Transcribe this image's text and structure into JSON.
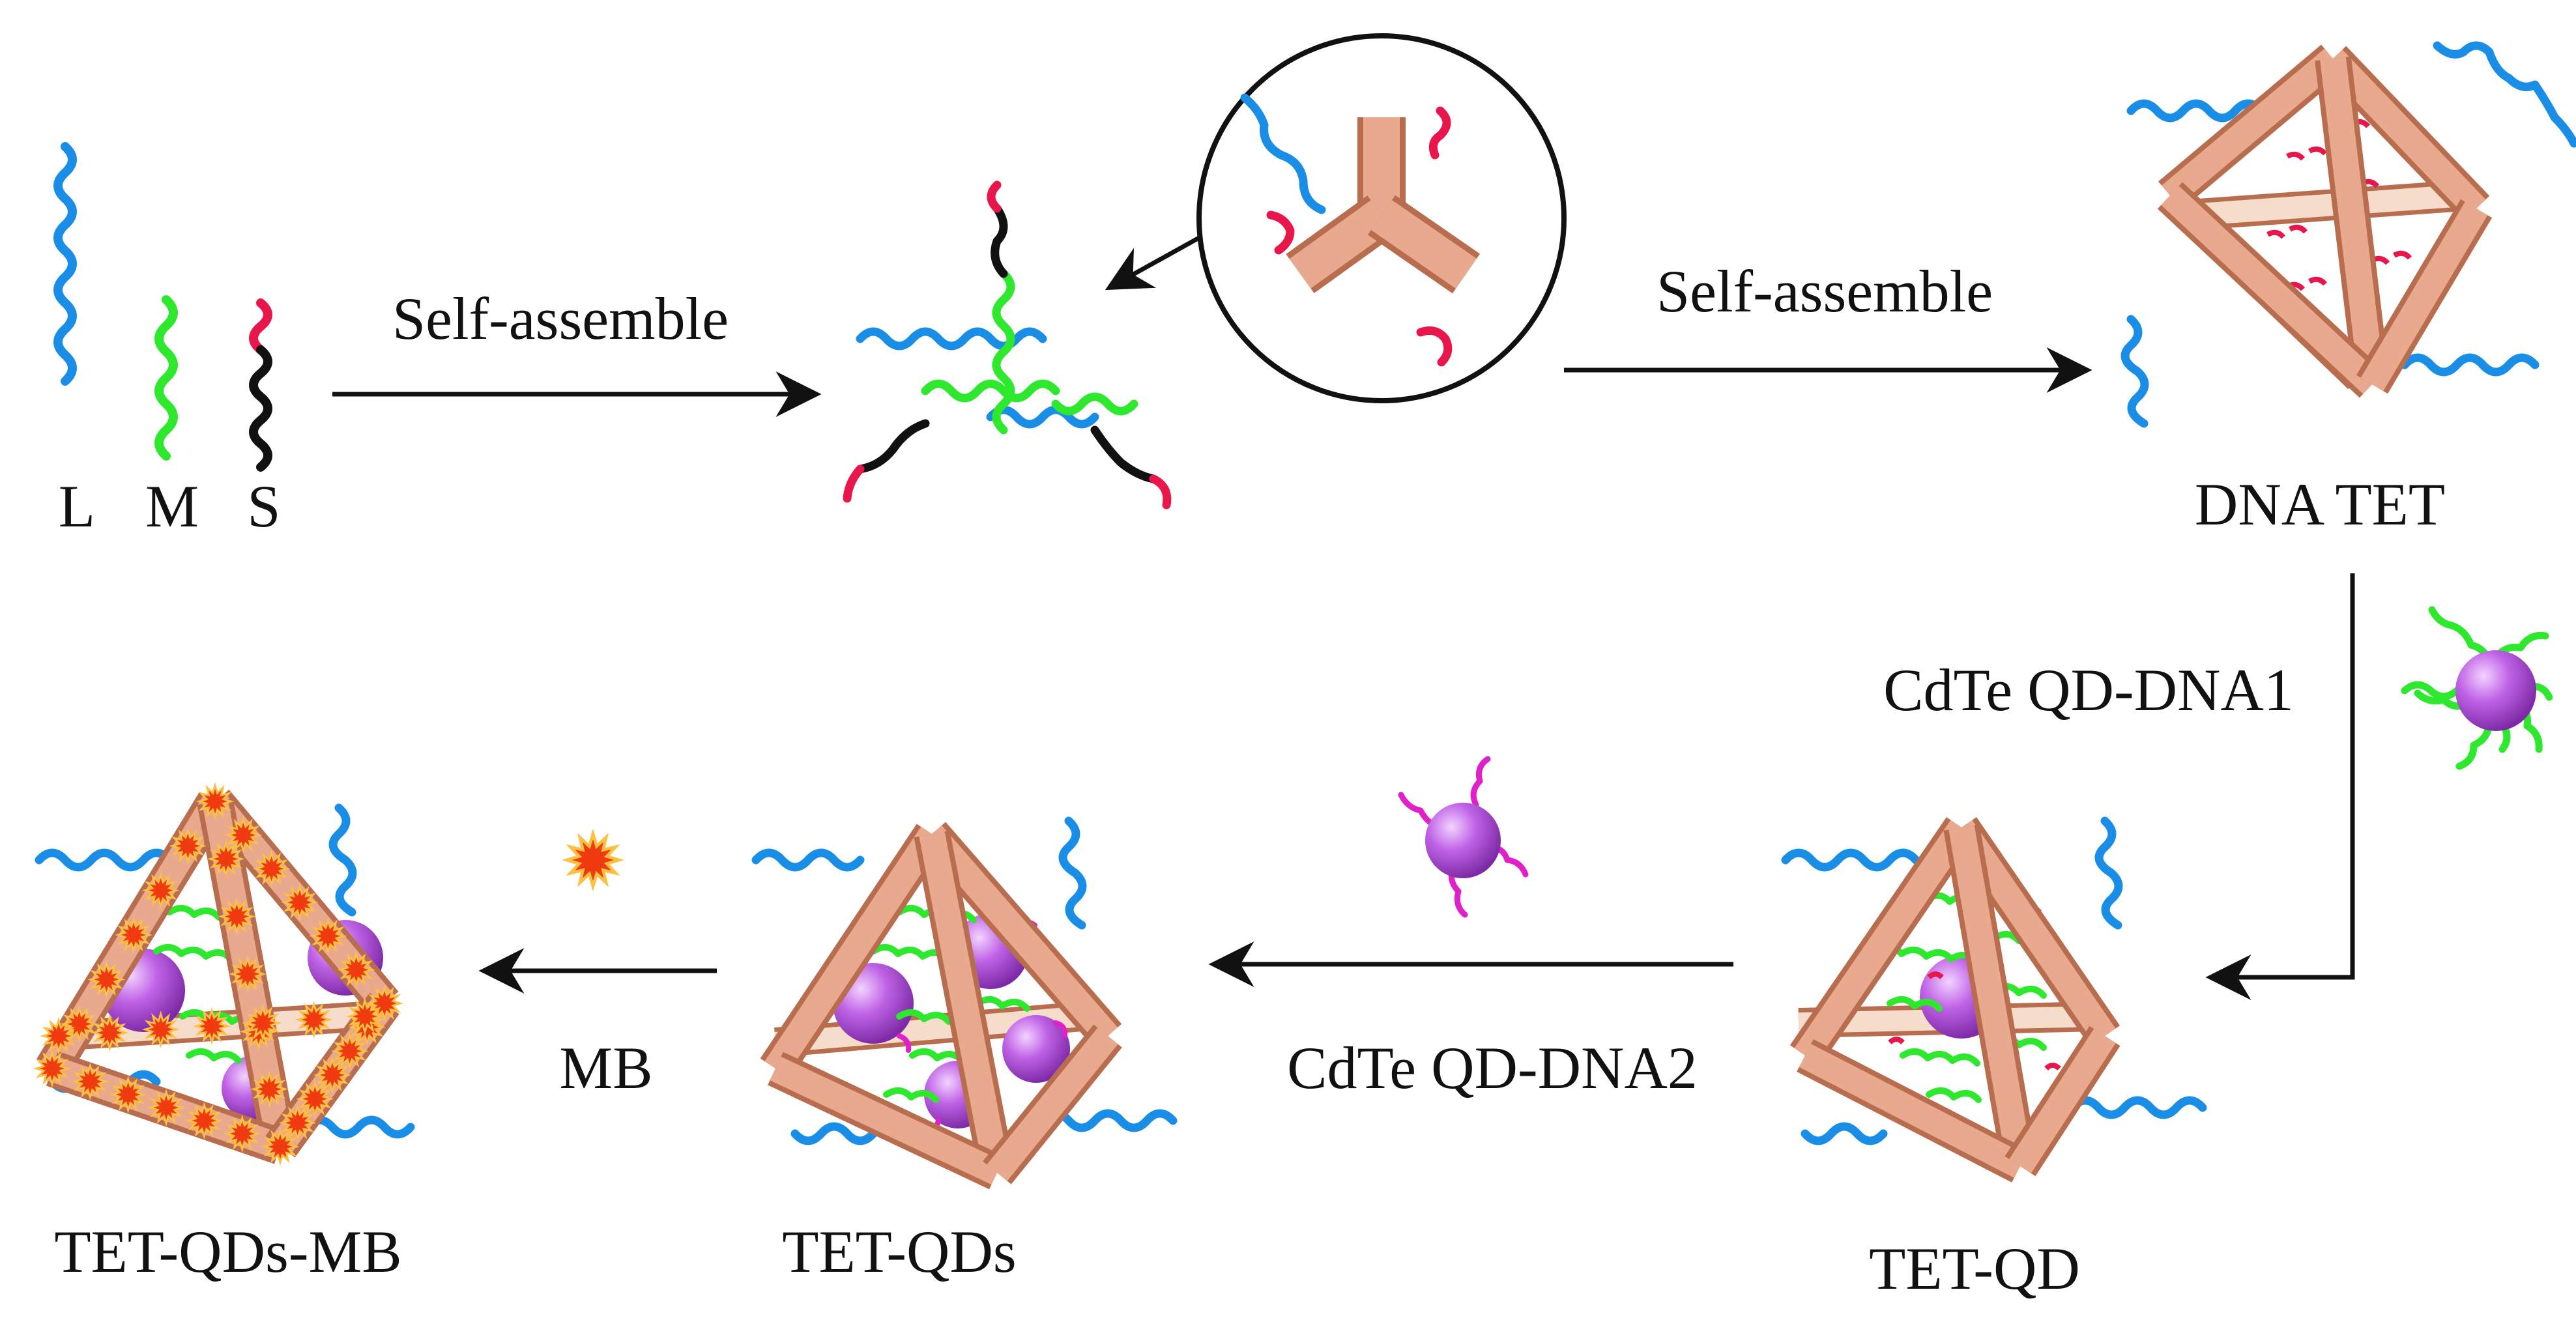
{
  "labels": {
    "strand_l": "L",
    "strand_m": "M",
    "strand_s": "S",
    "step1": "Self-assemble",
    "step2": "Self-assemble",
    "dna_tet": "DNA TET",
    "step3": "CdTe QD-DNA1",
    "tet_qd": "TET-QD",
    "step4": "CdTe QD-DNA2",
    "tet_qds": "TET-QDs",
    "step5": "MB",
    "tet_qds_mb": "TET-QDs-MB"
  },
  "colors": {
    "strand_l": "#1a8ee6",
    "strand_m": "#2ee82e",
    "strand_s": "#111111",
    "sticky_end": "#e8164a",
    "dna2_strand": "#e020c8",
    "frame": "#e8a98f",
    "frame_dark": "#b86d4e",
    "quantum_dot": "#c063e6",
    "methylene_blue": "#f03a10",
    "arrow": "#111111"
  }
}
